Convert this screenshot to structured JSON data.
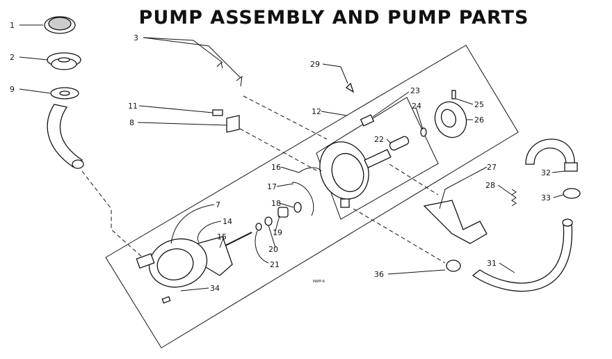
{
  "title": "PUMP ASSEMBLY AND PUMP PARTS",
  "diagram_code": "PAPP-6",
  "callouts": [
    "1",
    "2",
    "9",
    "3",
    "29",
    "11",
    "8",
    "12",
    "23",
    "24",
    "25",
    "26",
    "22",
    "16",
    "17",
    "18",
    "19",
    "20",
    "21",
    "7",
    "14",
    "15",
    "34",
    "27",
    "28",
    "32",
    "33",
    "31",
    "36"
  ]
}
